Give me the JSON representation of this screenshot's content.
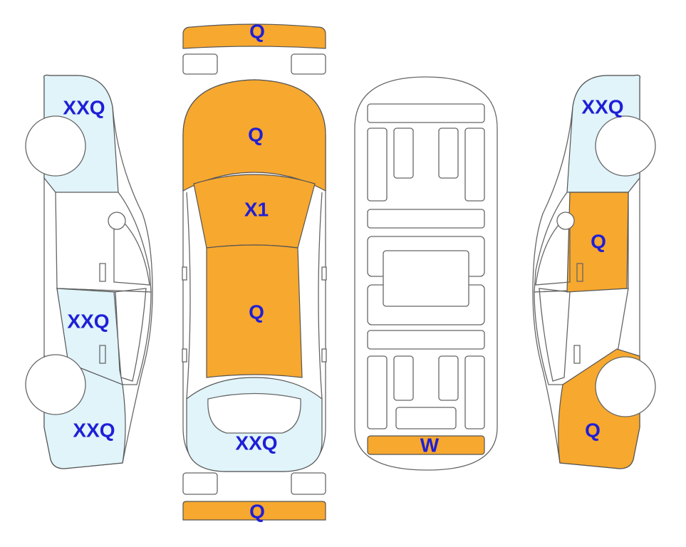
{
  "colors": {
    "damage": "#f7a82e",
    "light": "#e0f4fa",
    "clean": "#ffffff",
    "outline": "#666666",
    "label": "#1f1fd6"
  },
  "parts": {
    "front_bumper": {
      "code": "Q",
      "state": "damage"
    },
    "hood": {
      "code": "Q",
      "state": "damage"
    },
    "windshield": {
      "code": "X1",
      "state": "damage"
    },
    "roof": {
      "code": "Q",
      "state": "damage"
    },
    "rear_glass": {
      "code": "XXQ",
      "state": "light"
    },
    "rear_bumper": {
      "code": "Q",
      "state": "damage"
    },
    "underbody_rear": {
      "code": "W",
      "state": "damage"
    },
    "left_front_fender": {
      "code": "XXQ",
      "state": "light"
    },
    "left_rear_door": {
      "code": "XXQ",
      "state": "light"
    },
    "left_rear_quarter": {
      "code": "XXQ",
      "state": "light"
    },
    "right_front_fender": {
      "code": "XXQ",
      "state": "light"
    },
    "right_front_door": {
      "code": "Q",
      "state": "damage"
    },
    "right_rear_quarter": {
      "code": "Q",
      "state": "damage"
    }
  }
}
